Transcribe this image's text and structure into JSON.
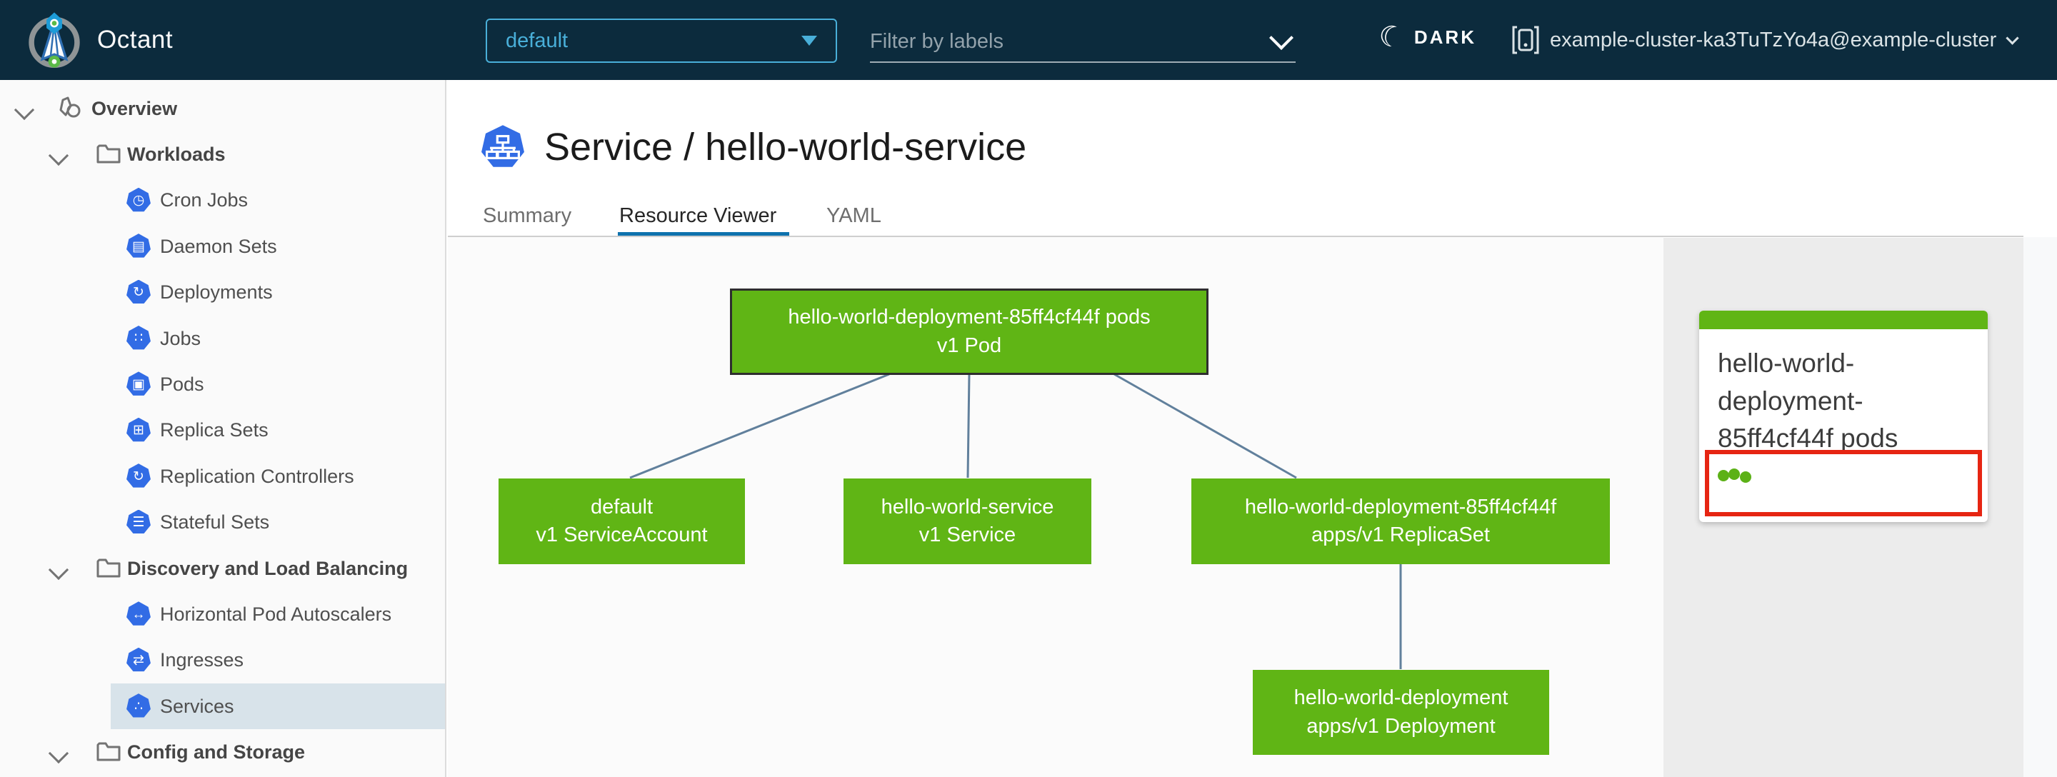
{
  "header": {
    "app_title": "Octant",
    "namespace_selector": {
      "value": "default"
    },
    "filter": {
      "placeholder": "Filter by labels"
    },
    "theme_toggle": {
      "label": "DARK",
      "icon": "moon-icon"
    },
    "cluster": {
      "label": "example-cluster-ka3TuTzYo4a@example-cluster",
      "icon": "cluster-icon"
    }
  },
  "sidebar": {
    "items": [
      {
        "label": "Overview",
        "level": 0,
        "icon": "overview-icon",
        "expanded": true
      },
      {
        "label": "Workloads",
        "level": 1,
        "icon": "folder-icon",
        "expanded": true
      },
      {
        "label": "Cron Jobs",
        "level": 2,
        "icon": "cronjobs-icon",
        "glyph": "◷"
      },
      {
        "label": "Daemon Sets",
        "level": 2,
        "icon": "daemonsets-icon",
        "glyph": "▤"
      },
      {
        "label": "Deployments",
        "level": 2,
        "icon": "deployments-icon",
        "glyph": "↻"
      },
      {
        "label": "Jobs",
        "level": 2,
        "icon": "jobs-icon",
        "glyph": "∷"
      },
      {
        "label": "Pods",
        "level": 2,
        "icon": "pods-icon",
        "glyph": "▣"
      },
      {
        "label": "Replica Sets",
        "level": 2,
        "icon": "replicasets-icon",
        "glyph": "⊞"
      },
      {
        "label": "Replication Controllers",
        "level": 2,
        "icon": "replicationcontrollers-icon",
        "glyph": "↻"
      },
      {
        "label": "Stateful Sets",
        "level": 2,
        "icon": "statefulsets-icon",
        "glyph": "☰"
      },
      {
        "label": "Discovery and Load Balancing",
        "level": 1,
        "icon": "folder-icon",
        "expanded": true
      },
      {
        "label": "Horizontal Pod Autoscalers",
        "level": 2,
        "icon": "hpa-icon",
        "glyph": "↔"
      },
      {
        "label": "Ingresses",
        "level": 2,
        "icon": "ingresses-icon",
        "glyph": "⇄"
      },
      {
        "label": "Services",
        "level": 2,
        "icon": "services-icon",
        "glyph": "∴",
        "selected": true
      },
      {
        "label": "Config and Storage",
        "level": 1,
        "icon": "folder-icon",
        "expanded": true
      }
    ]
  },
  "main": {
    "title": "Service / hello-world-service",
    "title_icon": "service-icon",
    "tabs": [
      {
        "label": "Summary",
        "active": false
      },
      {
        "label": "Resource Viewer",
        "active": true
      },
      {
        "label": "YAML",
        "active": false
      }
    ]
  },
  "graph": {
    "nodes": [
      {
        "name": "hello-world-deployment-85ff4cf44f pods",
        "kind": "v1 Pod",
        "selected": true,
        "status": "ok"
      },
      {
        "name": "default",
        "kind": "v1 ServiceAccount",
        "status": "ok"
      },
      {
        "name": "hello-world-service",
        "kind": "v1 Service",
        "status": "ok"
      },
      {
        "name": "hello-world-deployment-85ff4cf44f",
        "kind": "apps/v1 ReplicaSet",
        "status": "ok"
      },
      {
        "name": "hello-world-deployment",
        "kind": "apps/v1 Deployment",
        "status": "ok"
      }
    ],
    "edges": [
      {
        "from": "hello-world-deployment-85ff4cf44f pods",
        "to": "default"
      },
      {
        "from": "hello-world-deployment-85ff4cf44f pods",
        "to": "hello-world-service"
      },
      {
        "from": "hello-world-deployment-85ff4cf44f pods",
        "to": "hello-world-deployment-85ff4cf44f"
      },
      {
        "from": "hello-world-deployment-85ff4cf44f",
        "to": "hello-world-deployment"
      }
    ]
  },
  "detail_panel": {
    "card": {
      "title": "hello-world-deployment-85ff4cf44f pods",
      "status_dots": 3,
      "highlighted": true
    }
  },
  "colors": {
    "header_bg": "#0c2b3d",
    "accent_blue": "#49afd9",
    "tab_active_underline": "#0e72ad",
    "k8s_icon_blue": "#326ce5",
    "node_green": "#60b515",
    "edge_blue": "#61809c",
    "selected_row_bg": "#d8e3ea",
    "highlight_red": "#e62512",
    "panel_gray": "#ececec"
  }
}
